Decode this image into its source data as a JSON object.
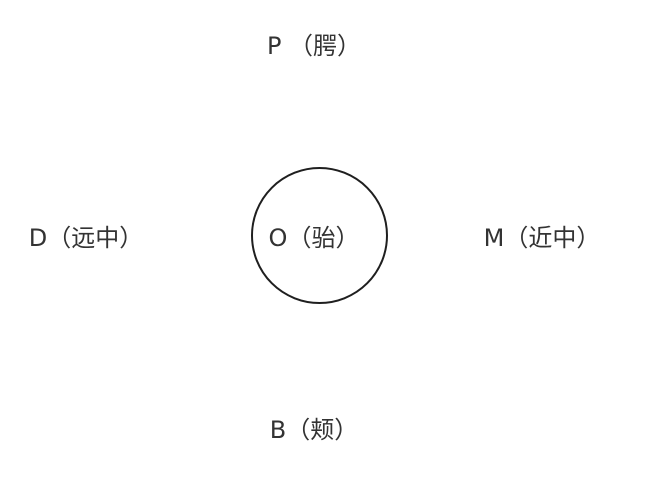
{
  "labels": {
    "top": "P （腭）",
    "left": "D（远中）",
    "center": "O（骀）",
    "right": "M（近中）",
    "bottom": "B（颊）"
  }
}
